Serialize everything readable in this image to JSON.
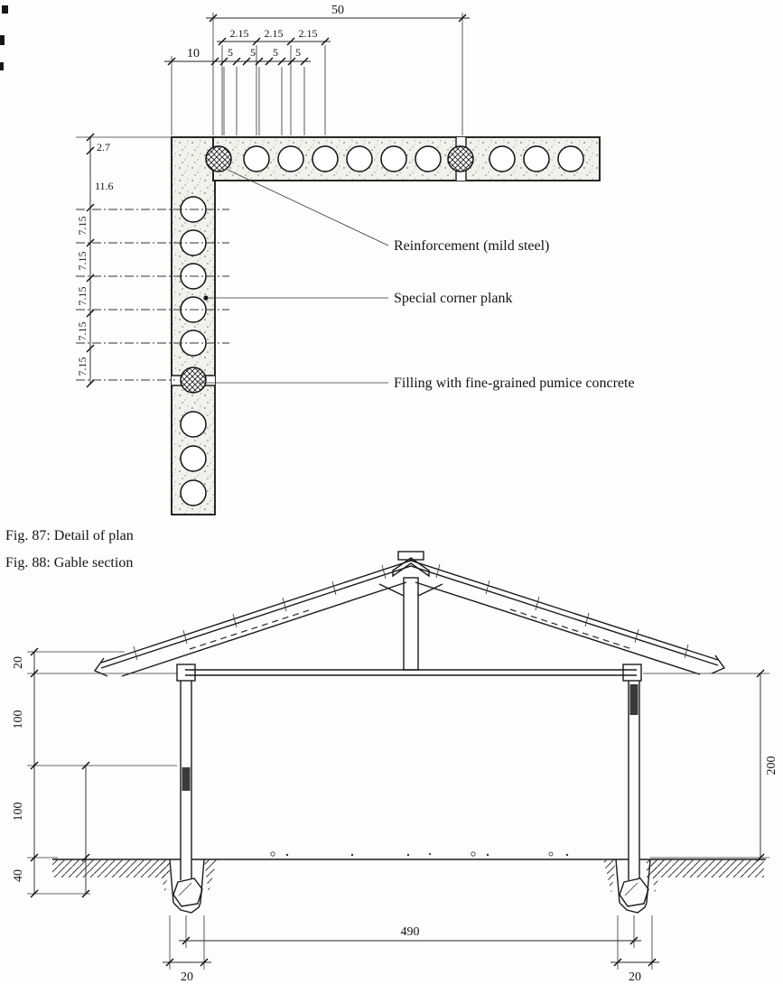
{
  "fig87": {
    "caption": "Fig. 87: Detail of plan",
    "dim_top_50": "50",
    "dim_215": [
      "2.15",
      "2.15",
      "2.15"
    ],
    "dim_10": "10",
    "dim_5": [
      "5",
      "5",
      "5",
      "5"
    ],
    "dim_left": [
      "2.7",
      "11.6",
      "7.15",
      "7.15",
      "7.15",
      "7.15",
      "7.15"
    ],
    "label_reinforcement": "Reinforcement (mild steel)",
    "label_corner_plank": "Special corner plank",
    "label_filling": "Filling with fine-grained pumice concrete"
  },
  "fig88": {
    "caption": "Fig. 88: Gable section",
    "dim_left": [
      "20",
      "100",
      "100",
      "40"
    ],
    "dim_right": "200",
    "dim_span": "490",
    "dim_foot_left": "20",
    "dim_foot_right": "20"
  }
}
